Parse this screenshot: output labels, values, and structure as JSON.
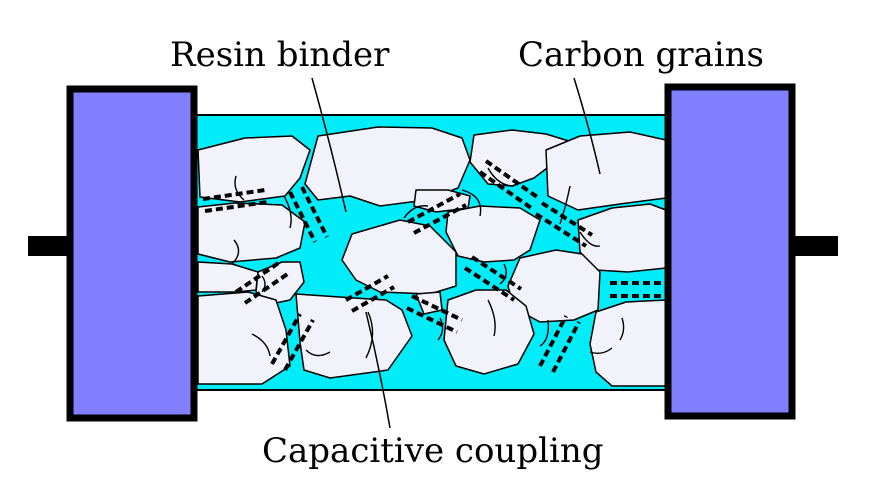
{
  "labels": {
    "resin_binder": "Resin binder",
    "carbon_grains": "Carbon grains",
    "capacitive_coupling": "Capacitive coupling"
  },
  "colors": {
    "resin": "#00ecf8",
    "grain": "#f2f2fa",
    "terminal": "#8080ff",
    "outline": "#000000"
  }
}
